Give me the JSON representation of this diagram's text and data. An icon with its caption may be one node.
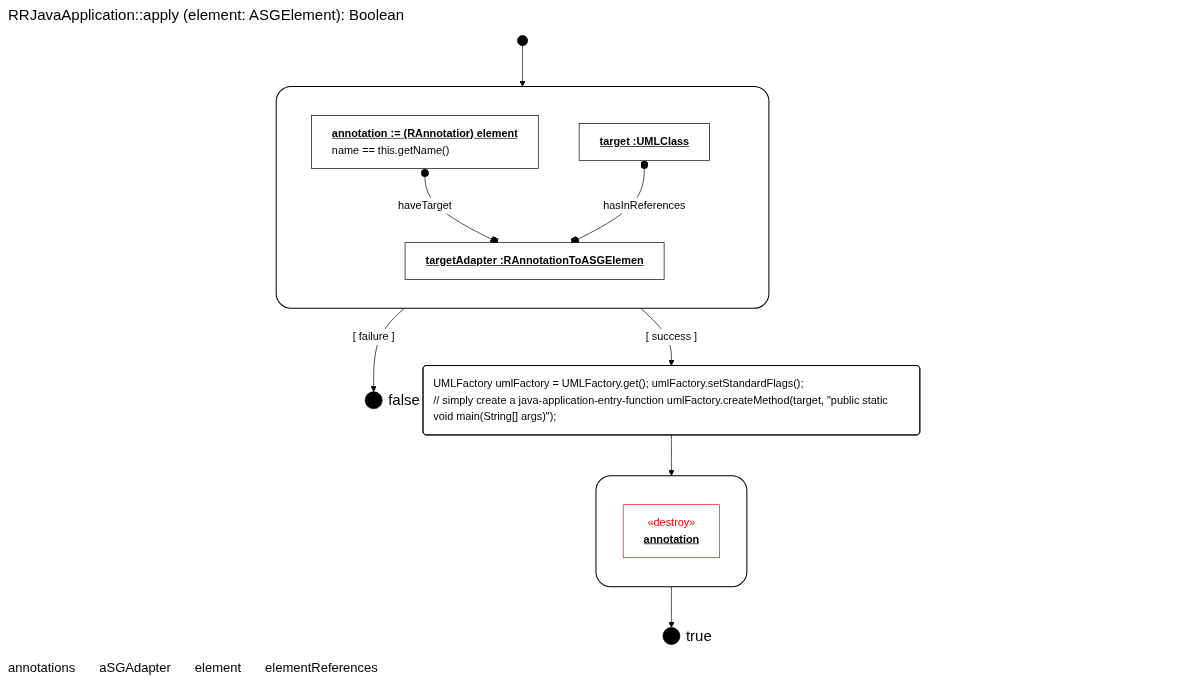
{
  "diagram": {
    "title": "RRJavaApplication::apply (element: ASGElement): Boolean",
    "nodes": [
      {
        "text": [],
        "shape": "circle"
      },
      {
        "text": [],
        "shape": "box"
      },
      {
        "text": [
          "annotation := (RAnnotatior) element",
          "name == this.getName()"
        ],
        "in": 1
      },
      {
        "text": [
          "target :UMLClass"
        ],
        "in": 1
      },
      {
        "text": [
          "targetAdapter :RAnnotationToASGElemen"
        ],
        "in": 1
      },
      {
        "text": [],
        "shape": "circle",
        "beside": [
          "false"
        ]
      },
      {
        "text": [],
        "shape": "circle",
        "beside": [
          "true"
        ]
      },
      {
        "text": [],
        "shape": "box"
      },
      {
        "text": [
          "«destroy»",
          "annotation"
        ],
        "in": 7
      },
      {
        "text": [
          "UMLFactory umlFactory = UMLFactory.get(); umlFactory.setStandardFlags();",
          "// simply create a java-application-entry-function umlFactory.createMethod(target, \"public static void main(String[] args)\");"
        ]
      }
    ],
    "edges": [
      {
        "from": 0,
        "to": 1,
        "arrow": "to"
      },
      {
        "from": 1,
        "to": 5,
        "arrow": "to",
        "label": "[ failure ]"
      },
      {
        "from": 2,
        "to": 4,
        "arrow": "other",
        "label": "haveTarget"
      },
      {
        "from": 3,
        "to": 4,
        "arrow": "other",
        "label": "hasInReferences"
      },
      {
        "from": 1,
        "to": 9,
        "arrow": "to",
        "label": "[ success ]"
      },
      {
        "from": 9,
        "to": 7,
        "arrow": "to"
      },
      {
        "from": 7,
        "to": 6,
        "arrow": "to"
      }
    ],
    "labels": [
      "annotations",
      "aSGAdapter",
      "element",
      "elementReferences"
    ]
  }
}
